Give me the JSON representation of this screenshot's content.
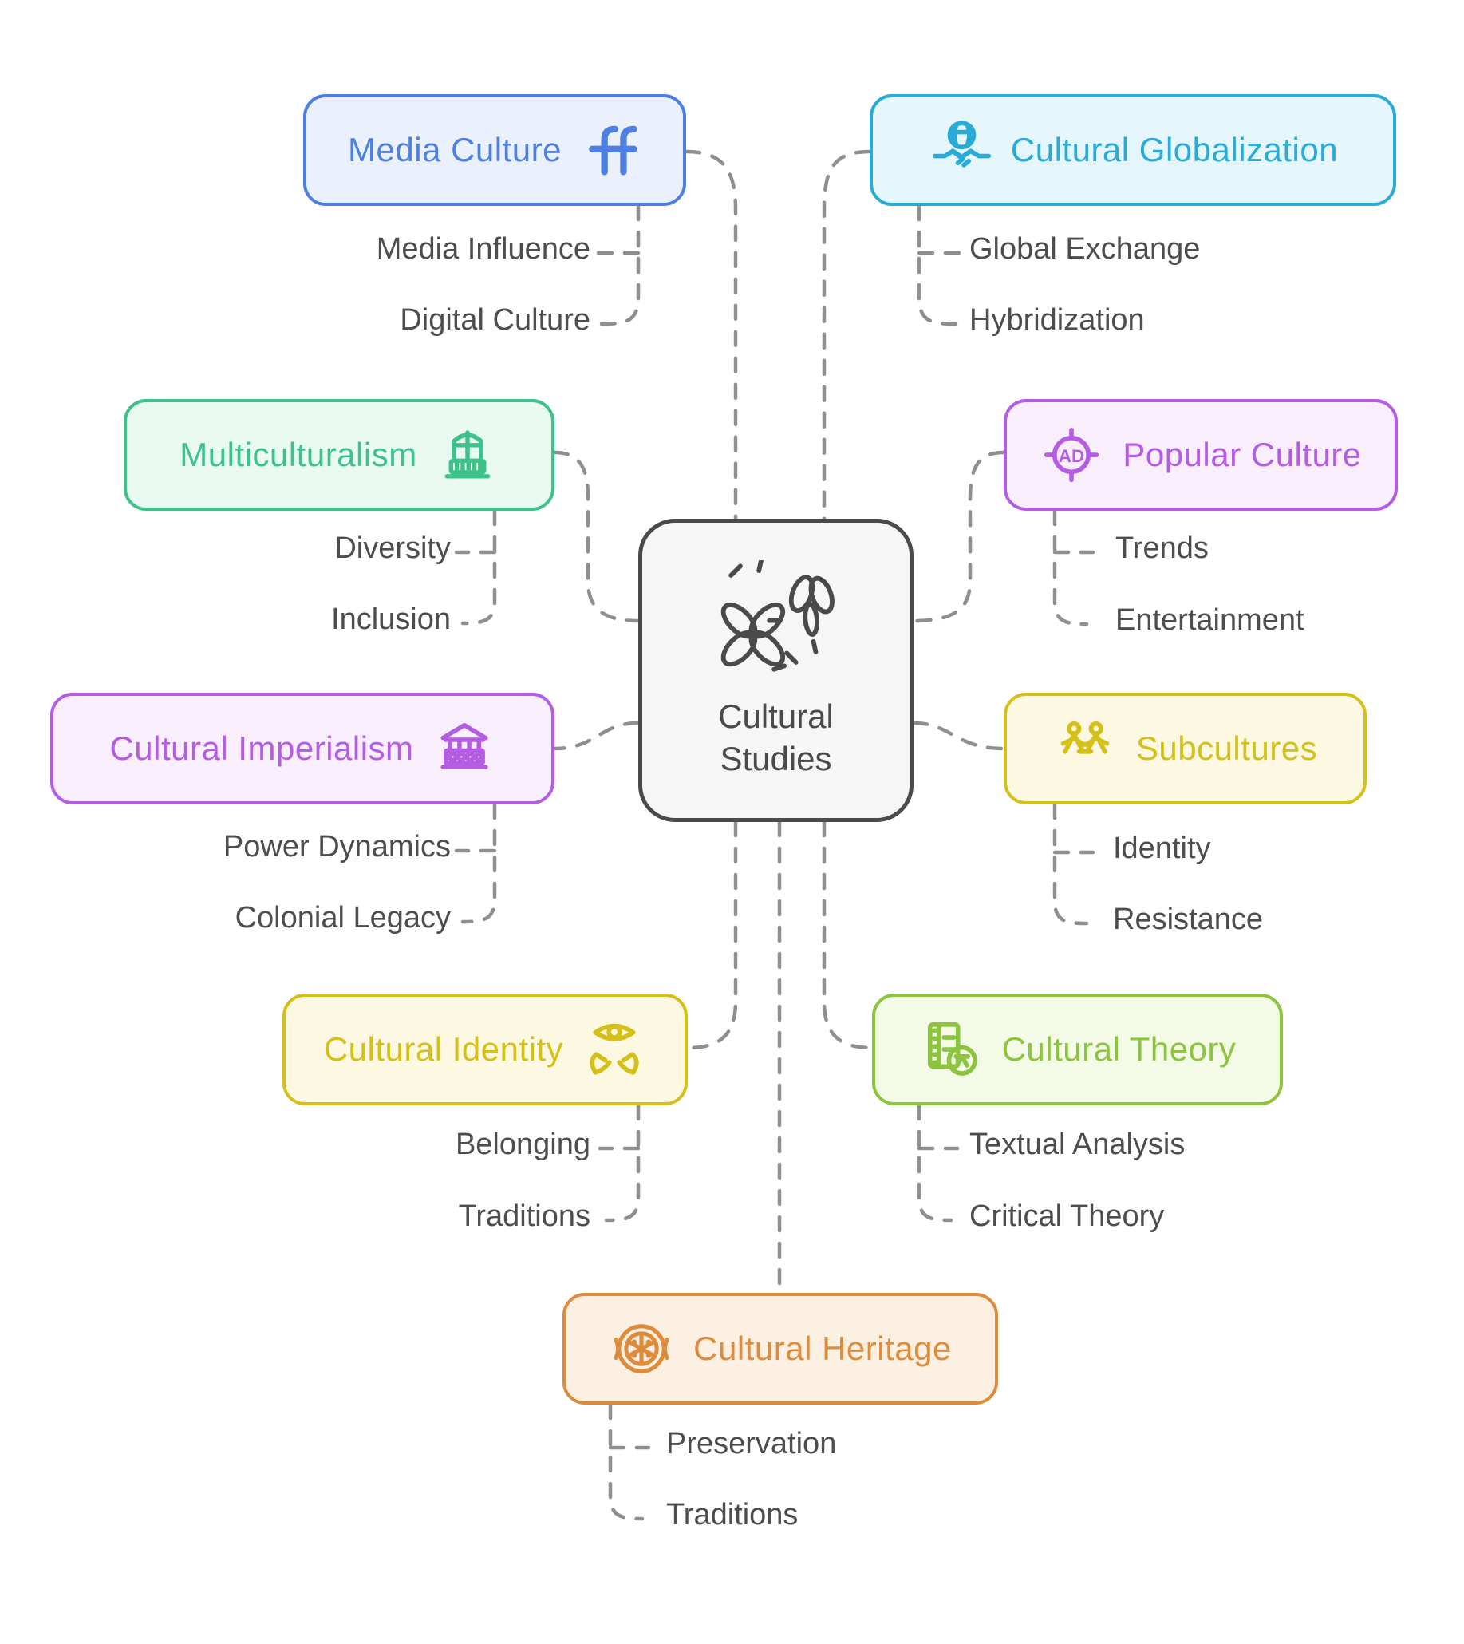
{
  "center": {
    "label_line1": "Cultural",
    "label_line2": "Studies",
    "icon": "butterflies-icon"
  },
  "style": {
    "connector_color": "#8f8f8f",
    "child_label_color": "#4d4d4d",
    "center_border_color": "#4a4a4a",
    "center_bg": "#f6f6f6"
  },
  "branches": [
    {
      "id": "media-culture",
      "title": "Media Culture",
      "icon": "ff-ligature-icon",
      "accent": "#4d80e0",
      "bg": "#ebf1fc",
      "children": [
        "Media Influence",
        "Digital Culture"
      ]
    },
    {
      "id": "cultural-globalization",
      "title": "Cultural Globalization",
      "icon": "globe-handshake-icon",
      "accent": "#29abd8",
      "bg": "#e5f6fc",
      "children": [
        "Global Exchange",
        "Hybridization"
      ]
    },
    {
      "id": "multiculturalism",
      "title": "Multiculturalism",
      "icon": "balcony-window-icon",
      "accent": "#3ec28b",
      "bg": "#e8faf2",
      "children": [
        "Diversity",
        "Inclusion"
      ]
    },
    {
      "id": "popular-culture",
      "title": "Popular Culture",
      "icon": "ad-target-icon",
      "accent": "#b55ce4",
      "bg": "#f8eefc",
      "children": [
        "Trends",
        "Entertainment"
      ]
    },
    {
      "id": "cultural-imperialism",
      "title": "Cultural Imperialism",
      "icon": "greek-temple-icon",
      "accent": "#b55ce4",
      "bg": "#f8eefc",
      "children": [
        "Power Dynamics",
        "Colonial Legacy"
      ]
    },
    {
      "id": "subcultures",
      "title": "Subcultures",
      "icon": "dancing-people-icon",
      "accent": "#d5c019",
      "bg": "#fcf8e2",
      "children": [
        "Identity",
        "Resistance"
      ]
    },
    {
      "id": "cultural-identity",
      "title": "Cultural Identity",
      "icon": "eye-over-hands-icon",
      "accent": "#d5c019",
      "bg": "#fcf8e2",
      "children": [
        "Belonging",
        "Traditions"
      ]
    },
    {
      "id": "cultural-theory",
      "title": "Cultural Theory",
      "icon": "film-translation-icon",
      "accent": "#8cc43e",
      "bg": "#f3fae5",
      "children": [
        "Textual Analysis",
        "Critical Theory"
      ]
    },
    {
      "id": "cultural-heritage",
      "title": "Cultural Heritage",
      "icon": "ornament-medallion-icon",
      "accent": "#de8b3c",
      "bg": "#fcf0e3",
      "children": [
        "Preservation",
        "Traditions"
      ]
    }
  ]
}
